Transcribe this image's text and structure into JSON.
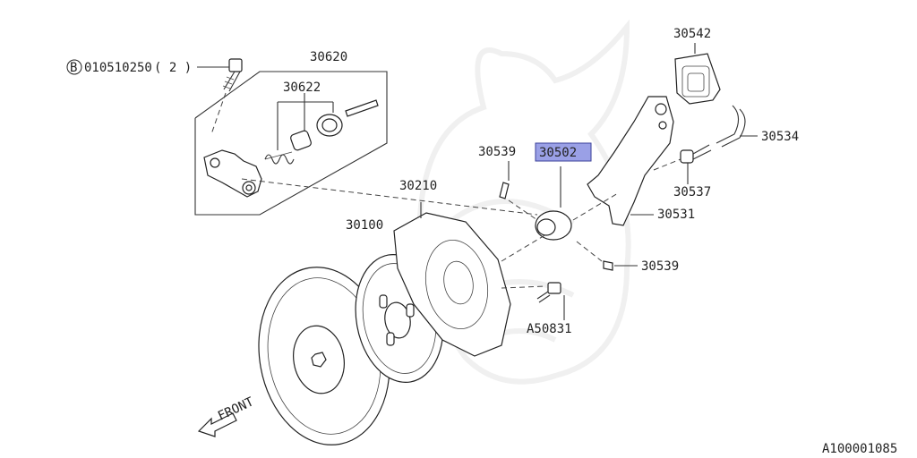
{
  "title": "",
  "watermark": "samurai-crest",
  "highlight_color": "#9aa0e6",
  "callouts": {
    "bolt_ref": "010510250",
    "bolt_qty": "( 2 )",
    "bolt_circle": "B",
    "p30620": "30620",
    "p30622": "30622",
    "p30542": "30542",
    "p30534": "30534",
    "p30539a": "30539",
    "p30502": "30502",
    "p30537": "30537",
    "p30210": "30210",
    "p30531": "30531",
    "p30100": "30100",
    "p30539b": "30539",
    "pA50831": "A50831"
  },
  "front_label": "FRONT",
  "diagram_id": "A100001085"
}
